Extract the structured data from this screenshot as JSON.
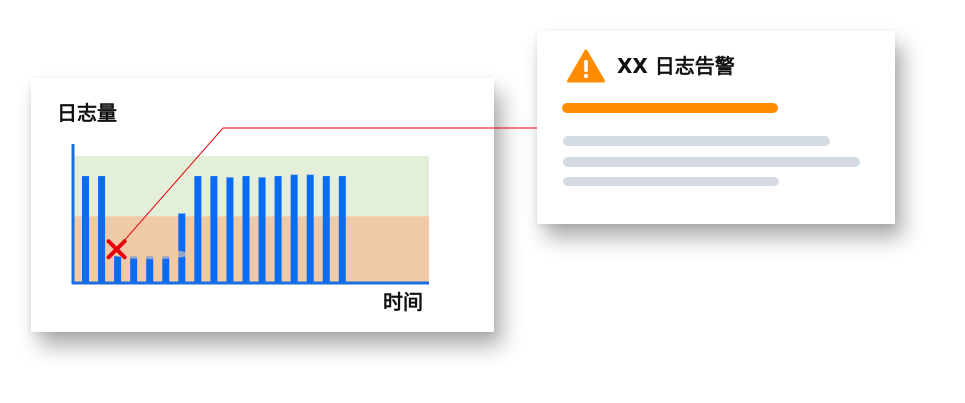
{
  "chart_card": {
    "title": "日志量",
    "xlabel": "时间"
  },
  "alert_card": {
    "title": "XX 日志告警",
    "icon": "warning-icon",
    "accent_color": "#FF8C00",
    "placeholder_color": "#D5DBE3"
  },
  "colors": {
    "bar": "#0A6CF5",
    "axis": "#1A6FE0",
    "upper_band": "#E3EFD9",
    "lower_band": "#F0CAA6",
    "anomaly_mark": "#E8000B",
    "connector": "#E8000B"
  },
  "chart_data": {
    "type": "bar",
    "values": [
      8,
      8,
      2,
      2,
      2,
      2,
      5.2,
      8,
      8,
      7.9,
      8,
      7.9,
      8,
      8.1,
      8.1,
      8,
      8
    ],
    "ylim": [
      0,
      10.4
    ],
    "anomaly_index": 2,
    "bands": [
      {
        "from": 0,
        "to": 5,
        "name": "lower"
      },
      {
        "from": 5,
        "to": 9.5,
        "name": "upper"
      }
    ],
    "grid": false
  }
}
